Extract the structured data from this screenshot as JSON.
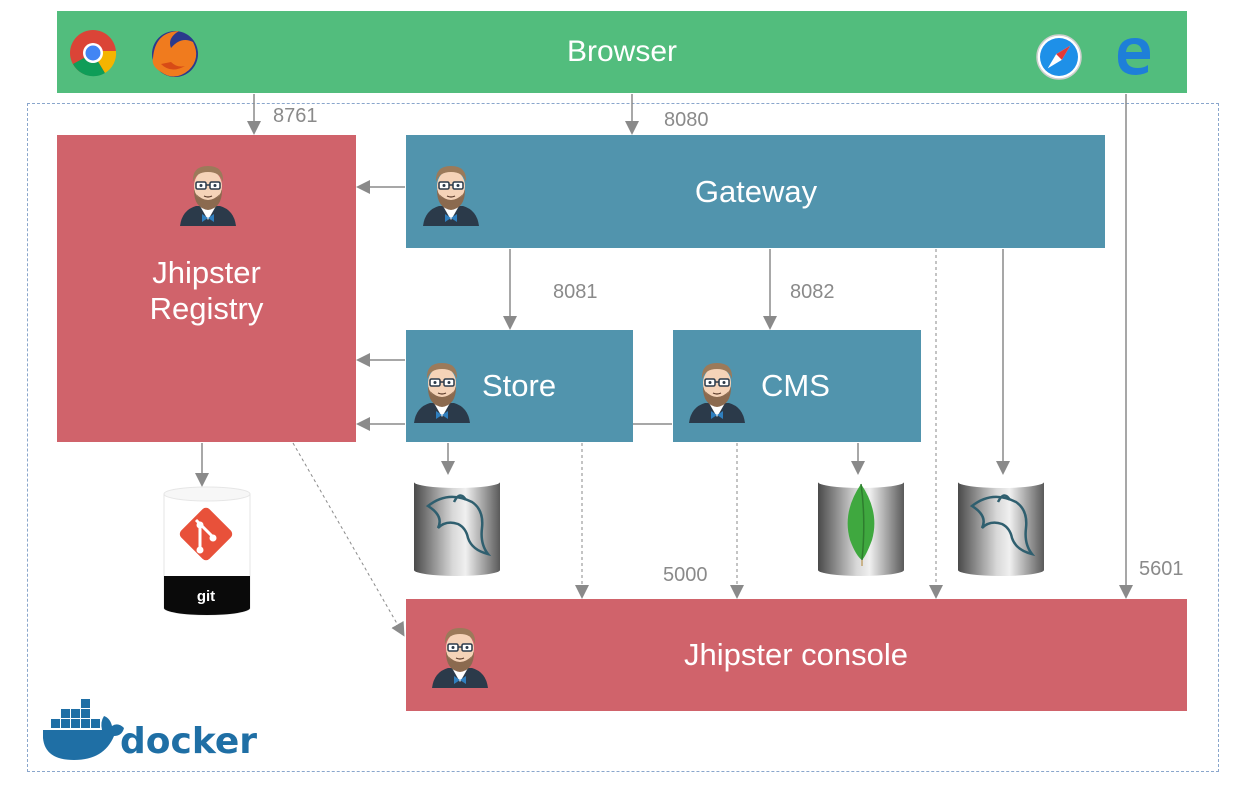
{
  "browser": {
    "label": "Browser"
  },
  "registry": {
    "line1": "Jhipster",
    "line2": "Registry"
  },
  "gateway": {
    "label": "Gateway"
  },
  "store": {
    "label": "Store"
  },
  "cms": {
    "label": "CMS"
  },
  "console": {
    "label": "Jhipster console"
  },
  "ports": {
    "registry": "8761",
    "gateway": "8080",
    "store": "8081",
    "cms": "8082",
    "logstash": "5000",
    "kibana": "5601"
  },
  "git": {
    "label": "git"
  },
  "docker": {
    "label": "docker"
  },
  "icons": [
    "chrome-icon",
    "firefox-icon",
    "safari-icon",
    "edge-icon",
    "jhipster-avatar-icon",
    "mysql-db-icon",
    "mongodb-db-icon",
    "git-db-icon",
    "docker-logo-icon"
  ],
  "colors": {
    "browser": "#52bd7d",
    "service_blue": "#5194ad",
    "service_red": "#d0636b",
    "arrow": "#8a8a8a",
    "docker_blue": "#1f6fa5"
  }
}
